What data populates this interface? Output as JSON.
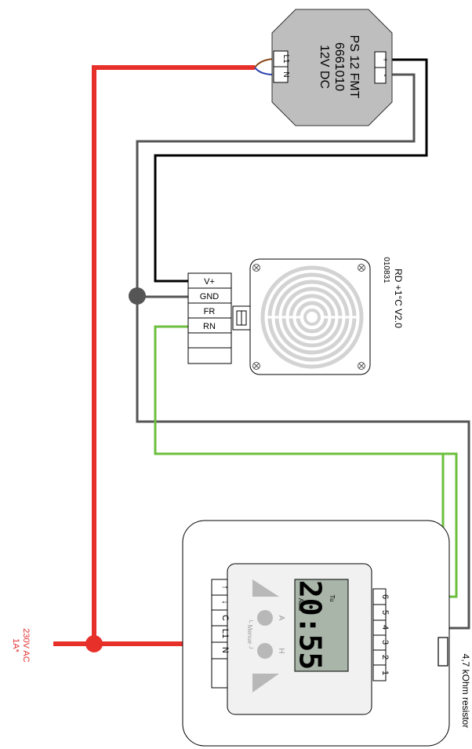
{
  "power_supply": {
    "model": "PS 12 FMT",
    "part_number": "6661010",
    "output": "12V DC",
    "input_terminals": [
      "L1",
      "N"
    ],
    "output_terminals": [
      "+",
      "-"
    ]
  },
  "sensor": {
    "model": "RD +1°C V2.0",
    "part_number": "010831",
    "terminals": [
      "V+",
      "GND",
      "FR",
      "RN",
      "",
      ""
    ]
  },
  "controller": {
    "display_time": "20:55",
    "display_day": "Tu",
    "display_mode": "Auto",
    "left_terminals": [
      "↑",
      "↓",
      "C",
      "L1",
      "N",
      ""
    ],
    "right_terminals": [
      "6",
      "5",
      "4",
      "3",
      "2",
      "1"
    ],
    "button_a": "A",
    "button_h": "H",
    "menu_label": "└ Menue ┘"
  },
  "mains": {
    "voltage": "230V AC",
    "fuse": "1A*"
  },
  "resistor": {
    "label": "4,7 kOhm resistor"
  },
  "colors": {
    "mains_red": "#e8302b",
    "green_wire": "#6cbf3d",
    "gray_wire": "#555555",
    "black_wire": "#000000",
    "brown_wire": "#8b4513",
    "blue_wire": "#2a40b0",
    "psu_fill": "#bebebe",
    "lcd_fill": "#a8b5a8"
  }
}
